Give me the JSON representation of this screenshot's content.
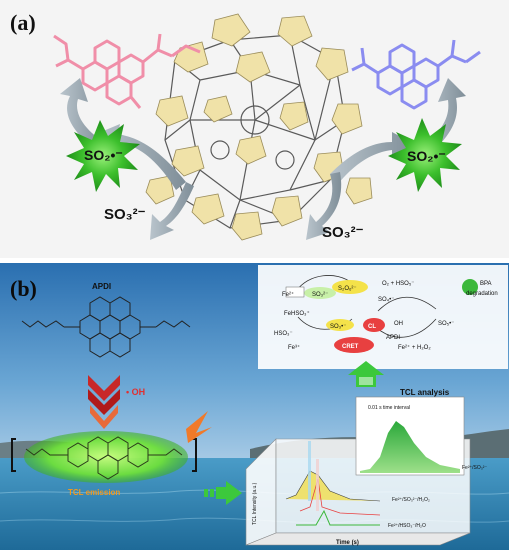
{
  "panel_a": {
    "label": "(a)",
    "radical_left": "SO₂•⁻",
    "radical_right": "SO₂•⁻",
    "sulfite_left": "SO₃²⁻",
    "sulfite_right": "SO₃²⁻",
    "colors": {
      "pink_molecule": "#f08ea8",
      "blue_molecule": "#8a8cf0",
      "burst": "#35b830",
      "cluster": "#f0e2a8",
      "arrow": "#8c9aa4"
    }
  },
  "panel_b": {
    "label": "(b)",
    "molecule_name": "APDI",
    "oh_label": "• OH",
    "tcl_emission": "TCL emission",
    "bpa_label": "BPA",
    "bpa_label2": "degradation",
    "tcl_analysis": "TCL analysis",
    "time_interval": "0.01 s time interval",
    "y_axis": "TCL Intensity (a.u.)",
    "x_axis": "Time (s)",
    "trace1": "Fe²⁺/SO₃²⁻",
    "trace2": "Fe²⁺/SO₃²⁻/H₂O₂",
    "trace3": "Fe²⁺/HSO₃⁻/H₂O",
    "mech": {
      "fe2_so3": "Fe²⁺",
      "so3": "SO₃²⁻",
      "s2o6": "S₂O₆²⁻",
      "o2_hso5": "O₂ + HSO₅⁻",
      "so4": "SO₄•⁻",
      "feiii": "FeHSO₃⁺",
      "so3r": "SO₃•⁻",
      "cl": "CL",
      "oh": "OH",
      "so5": "SO₅•⁻",
      "hso3": "HSO₃⁻",
      "fe3": "Fe³⁺",
      "cret": "CRET",
      "apdi": "APDI",
      "fe_h2o2": "Fe²⁺ + H₂O₂"
    },
    "colors": {
      "sky": "#2f78b8",
      "sea": "#3c95c4",
      "glow": "#7cf03a",
      "arrow_green": "#3cc83c",
      "cl_red": "#e84040"
    }
  }
}
